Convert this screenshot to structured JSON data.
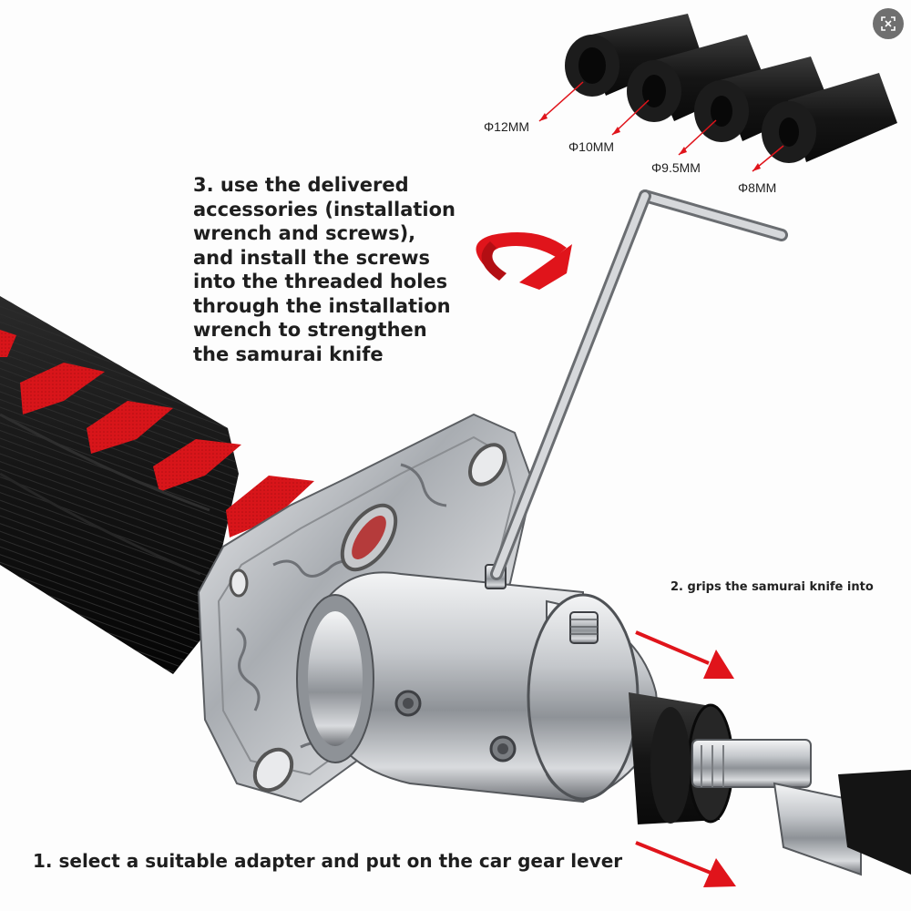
{
  "step3": {
    "lines": [
      "3. use the delivered",
      "accessories (installation",
      "wrench and screws),",
      "and install the screws",
      "into the threaded holes",
      "through the installation",
      "wrench to strengthen",
      "the samurai knife"
    ]
  },
  "step2": {
    "text": "2. grips the samurai knife into"
  },
  "step1": {
    "text": "1. select a suitable adapter and put on the car gear lever"
  },
  "adapters": {
    "sizes": [
      "Φ12MM",
      "Φ10MM",
      "Φ9.5MM",
      "Φ8MM"
    ]
  },
  "controls": {
    "zoom_icon": "zoom-expand-icon"
  },
  "colors": {
    "accent_red": "#e0141b",
    "grip_black": "#161616",
    "metal": "#b9bcc0",
    "background": "#fdfdfd"
  }
}
